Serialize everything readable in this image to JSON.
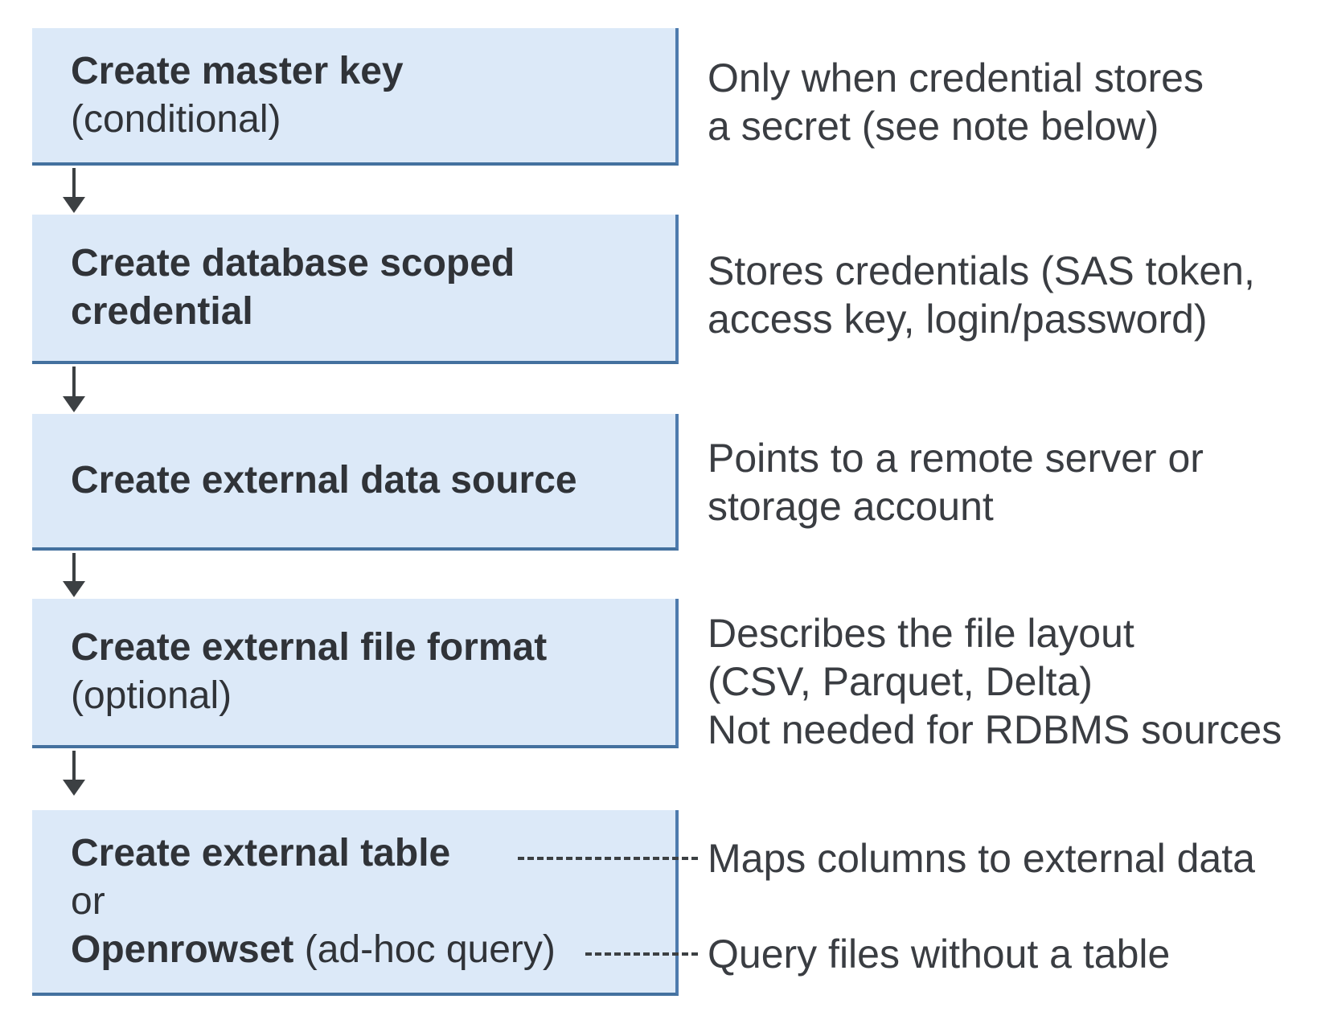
{
  "diagram": {
    "description": "Flow of T-SQL steps for setting up external data access",
    "colors": {
      "box_fill": "#dce9f8",
      "box_border": "#44719f",
      "arrow": "#3c4043",
      "text": "#303338"
    },
    "steps": [
      {
        "title": "Create master key",
        "subtitle": "(conditional)"
      },
      {
        "title_line1": "Create database scoped",
        "title_line2": "credential"
      },
      {
        "title": "Create external data source"
      },
      {
        "title": "Create external file format",
        "subtitle": "(optional)"
      },
      {
        "title": "Create external table",
        "or_label": "or",
        "alt_title_bold": "Openrowset",
        "alt_title_rest": "(ad-hoc query)"
      }
    ],
    "notes": [
      {
        "line1": "Only when credential stores",
        "line2": "a secret (see note below)"
      },
      {
        "line1": "Stores credentials (SAS token,",
        "line2": "access key, login/password)"
      },
      {
        "line1": "Points to a remote server or",
        "line2": "storage account"
      },
      {
        "line1": "Describes the file layout",
        "line2": "(CSV, Parquet, Delta)",
        "line3": "Not needed for RDBMS sources"
      },
      {
        "line1": "Maps columns to external data"
      },
      {
        "line1": "Query files without a table"
      }
    ]
  }
}
